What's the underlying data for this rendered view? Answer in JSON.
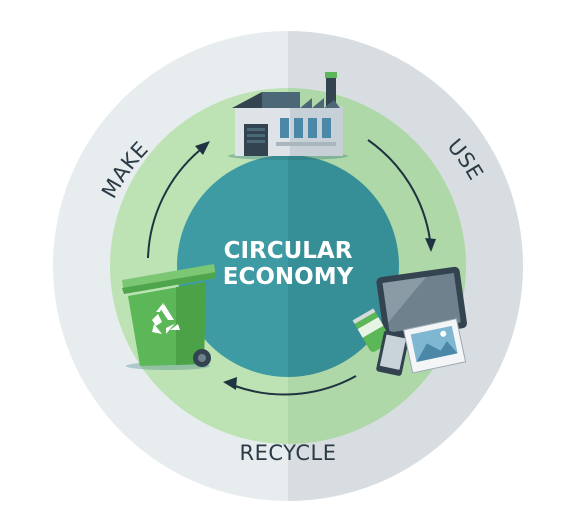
{
  "center": {
    "line1": "CIRCULAR",
    "line2": "ECONOMY"
  },
  "stages": {
    "make": "MAKE",
    "use": "USE",
    "recycle": "RECYCLE"
  },
  "icons": {
    "factory": "factory-icon",
    "devices": "devices-icon",
    "recycle_bin": "recycle-bin-icon"
  },
  "colors": {
    "outer_ring_left": "#e7ecef",
    "outer_ring_right": "#d8dde1",
    "green_ring_left": "#bde3b5",
    "green_ring_right": "#afd8a8",
    "center_left": "#3f9ba3",
    "center_right": "#368e96",
    "bin_green": "#5bb757",
    "arrow": "#1f3340"
  }
}
